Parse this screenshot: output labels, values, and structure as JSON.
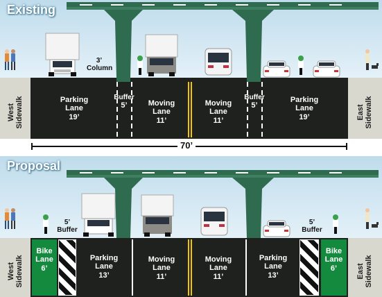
{
  "existing": {
    "title": "Existing",
    "west_sidewalk": "West\nSidewalk",
    "east_sidewalk": "East\nSidewalk",
    "column_note": "3’\nColumn",
    "total_width": "70’",
    "lanes": [
      {
        "name": "Parking\nLane",
        "width": "19’"
      },
      {
        "name": "Buffer",
        "width": "5’"
      },
      {
        "name": "Moving\nLane",
        "width": "11’"
      },
      {
        "name": "Moving\nLane",
        "width": "11’"
      },
      {
        "name": "Buffer",
        "width": "5’"
      },
      {
        "name": "Parking\nLane",
        "width": "19’"
      }
    ]
  },
  "proposal": {
    "title": "Proposal",
    "west_sidewalk": "West\nSidewalk",
    "east_sidewalk": "East\nSidewalk",
    "buffer_note_left": "5’\nBuffer",
    "buffer_note_right": "5’\nBuffer",
    "lanes": [
      {
        "name": "Bike\nLane",
        "width": "6’"
      },
      {
        "name": "Parking\nLane",
        "width": "13’"
      },
      {
        "name": "Moving\nLane",
        "width": "11’"
      },
      {
        "name": "Moving\nLane",
        "width": "11’"
      },
      {
        "name": "Parking\nLane",
        "width": "13’"
      },
      {
        "name": "Bike\nLane",
        "width": "6’"
      }
    ]
  },
  "colors": {
    "road": "#1f211f",
    "bike_lane": "#138a3e",
    "structure": "#2f6b4f",
    "center_line": "#f2c500",
    "sidewalk": "#d9d8cf"
  }
}
